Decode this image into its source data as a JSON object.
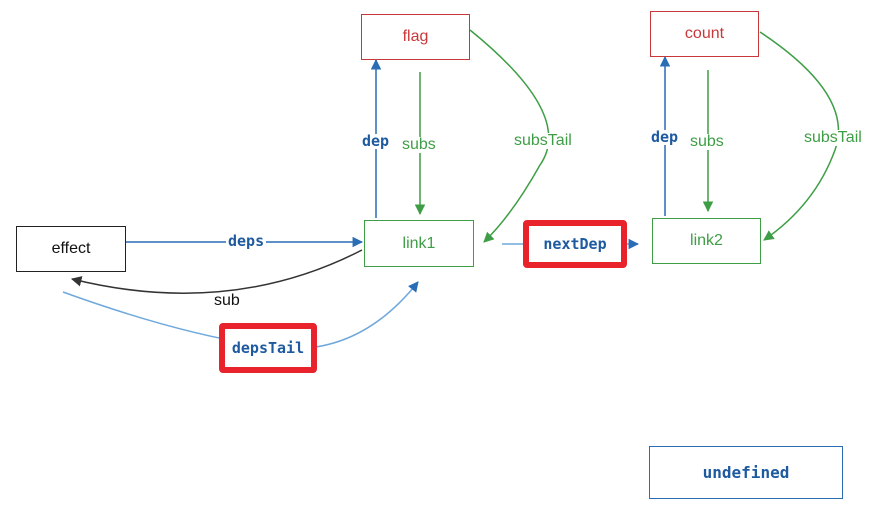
{
  "nodes": {
    "flag": "flag",
    "count": "count",
    "effect": "effect",
    "link1": "link1",
    "link2": "link2",
    "undefined": "undefined"
  },
  "edges": {
    "dep1": "dep",
    "subs1": "subs",
    "subsTail1": "subsTail",
    "dep2": "dep",
    "subs2": "subs",
    "subsTail2": "subsTail",
    "deps": "deps",
    "sub": "sub",
    "depsTail": "depsTail",
    "nextDep": "nextDep"
  },
  "colors": {
    "dep_blue": "#2a6db5",
    "subs_green": "#3e9e45",
    "sub_black": "#333333",
    "node_red": "#c8383a",
    "highlight_red": "#e8232c",
    "depsTail_line": "#6fa8dc"
  }
}
